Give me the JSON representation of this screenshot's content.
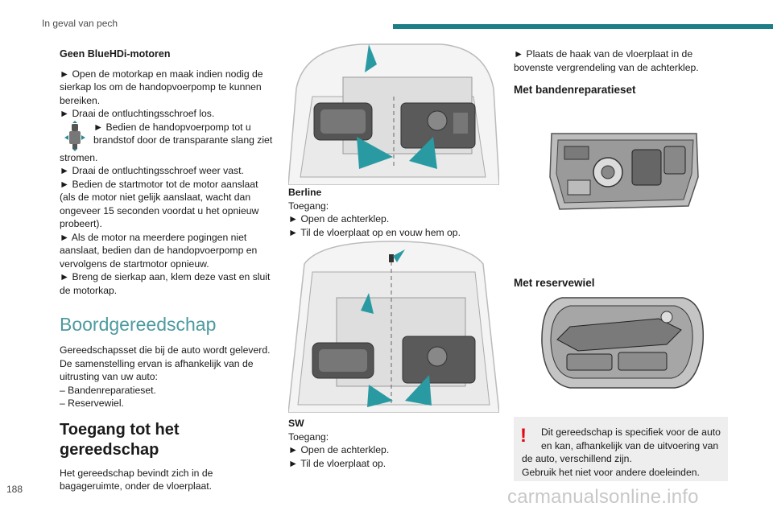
{
  "header": {
    "title": "In geval van pech",
    "accent_color": "#1c7f86"
  },
  "footer": {
    "page_number": "188",
    "watermark": "carmanualsonline.info"
  },
  "col1": {
    "heading_engines": "Geen BlueHDi-motoren",
    "p1": "► Open de motorkap en maak indien nodig de sierkap los om de handopvoerpomp te kunnen bereiken.",
    "p2": "► Draai de ontluchtingsschroef los.",
    "p3a": "► Bedien de handopvoerpomp tot u",
    "p3b": "brandstof door de transparante slang ziet",
    "p3c": "stromen.",
    "p4": "► Draai de ontluchtingsschroef weer vast.",
    "p5": "► Bedien de startmotor tot de motor aanslaat (als de motor niet gelijk aanslaat, wacht dan ongeveer 15 seconden voordat u het opnieuw probeert).",
    "p6": "► Als de motor na meerdere pogingen niet aanslaat, bedien dan de handopvoerpomp en vervolgens de startmotor opnieuw.",
    "p7": "► Breng de sierkap aan, klem deze vast en sluit de motorkap.",
    "section_title": "Boordgereedschap",
    "intro": "Gereedschapsset die bij de auto wordt geleverd. De samenstelling ervan is afhankelijk van de uitrusting van uw auto:",
    "item1": "– Bandenreparatieset.",
    "item2": "– Reservewiel.",
    "h2": "Toegang tot het gereedschap",
    "access": "Het gereedschap bevindt zich in de bagageruimte, onder de vloerplaat.",
    "pump_icon": "hand-pump-icon"
  },
  "col2": {
    "berline_label": "Berline",
    "berline_access": "Toegang:",
    "berline_s1": "► Open de achterklep.",
    "berline_s2": "► Til de vloerplaat op en vouw hem op.",
    "sw_label": "SW",
    "sw_access": "Toegang:",
    "sw_s1": "► Open de achterklep.",
    "sw_s2": "► Til de vloerplaat op."
  },
  "col3": {
    "hook_text": "► Plaats de haak van de vloerplaat in de bovenste vergrendeling van de achterklep.",
    "repair_heading": "Met bandenreparatieset",
    "spare_heading": "Met reservewiel",
    "warning_mark": "!",
    "warning_l1": "Dit gereedschap is specifiek voor de auto",
    "warning_l2": "en kan, afhankelijk van de uitvoering van",
    "warning_l3": "de auto, verschillend zijn.",
    "warning_l4": "Gebruik het niet voor andere doeleinden.",
    "warning_color": "#e30613"
  }
}
